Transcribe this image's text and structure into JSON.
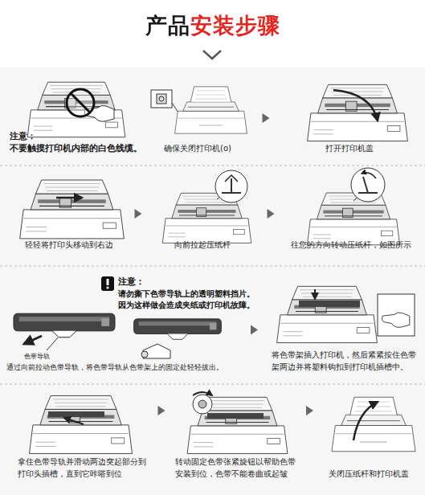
{
  "diagram": {
    "title": "产品安装步骤",
    "nodes": [
      {
        "text": [
          "注意：",
          "不要触摸打印机内部的白色线缆。"
        ]
      },
      {
        "text": [
          "确保关闭打印机(o)"
        ]
      },
      {
        "text": [
          "打开打印机盖"
        ]
      },
      {
        "text": [
          "轻轻将打印头移动到右边"
        ]
      },
      {
        "text": [
          "向前拉起压纸杆"
        ]
      },
      {
        "text": [
          "往您的方向转动压纸杆，如图所示"
        ]
      },
      {
        "text": [
          "通过向前拉动色带导轨，将色带导轨从色带架上的固定处轻轻拔出。"
        ]
      },
      {
        "text": [
          "将色带架插入打印机，然后紧紧按住色带架两边并将塑料钩扣到打印机插槽中。"
        ]
      },
      {
        "text": [
          "拿住色带导轨并滑动两边突起部分到打印头插槽，直到它咔嗒到位"
        ]
      },
      {
        "text": [
          "转动固定色带张紧旋钮以帮助色带安装到位，色带不能卷曲或起皱"
        ]
      },
      {
        "text": [
          "关闭压纸杆和打印机盖"
        ]
      }
    ],
    "edges": [
      {
        "from": 1,
        "to": 2,
        "arrow": "to"
      },
      {
        "from": 3,
        "to": 4,
        "arrow": "to"
      },
      {
        "from": 4,
        "to": 5,
        "arrow": "to"
      },
      {
        "from": 6,
        "to": 7,
        "arrow": "to"
      },
      {
        "from": 8,
        "to": 9,
        "arrow": "to"
      },
      {
        "from": 9,
        "to": 10,
        "arrow": "to"
      }
    ],
    "labels": [
      "色带导轨",
      "注意：",
      "请勿撕下色带导轨上的透明塑料挡片。 因为这样做会造成夹纸或打印机故障。"
    ]
  }
}
